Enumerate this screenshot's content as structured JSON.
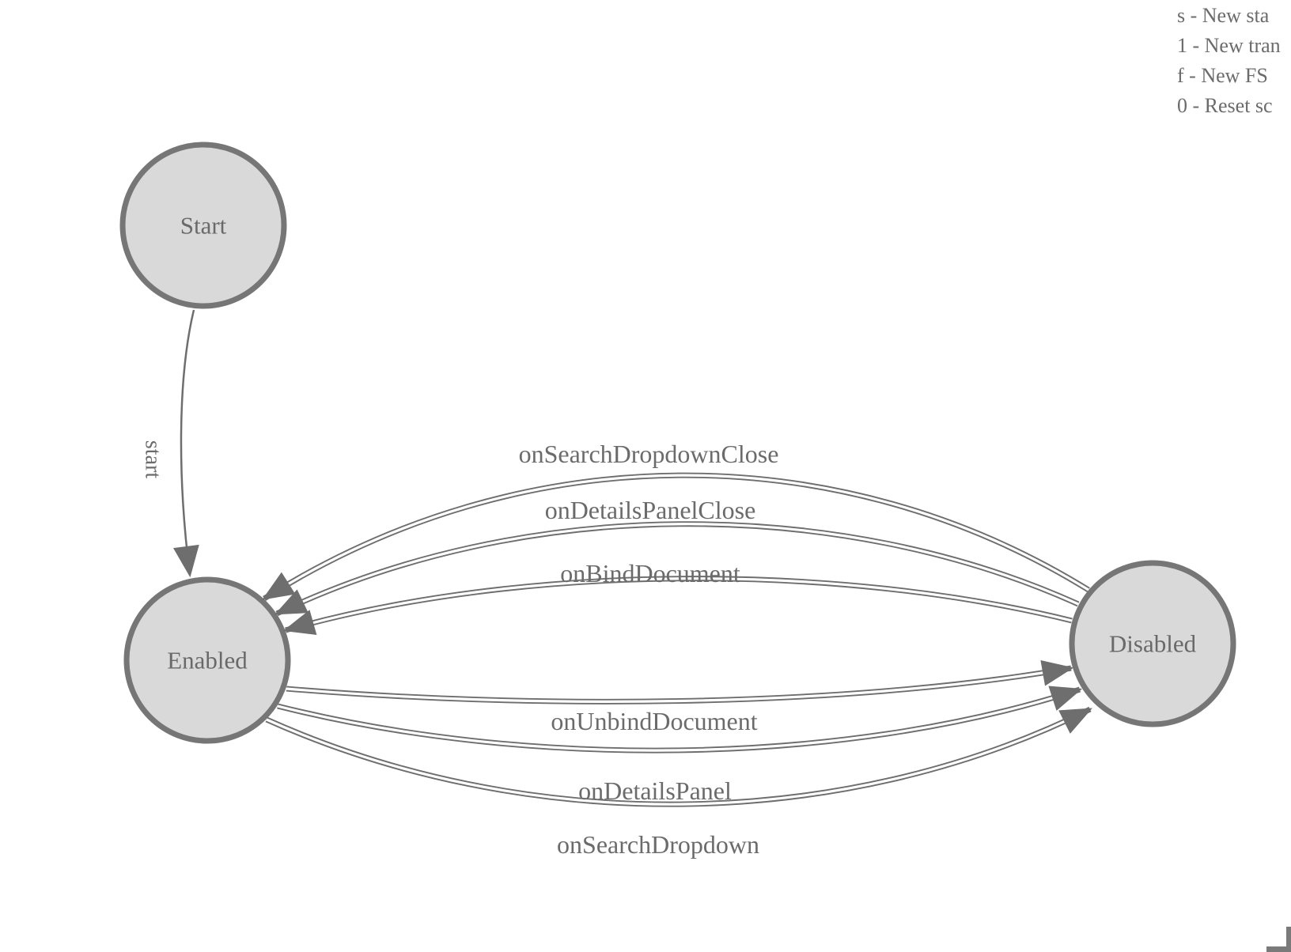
{
  "diagram": {
    "states": [
      {
        "id": "start",
        "label": "Start"
      },
      {
        "id": "enabled",
        "label": "Enabled"
      },
      {
        "id": "disabled",
        "label": "Disabled"
      }
    ],
    "transitions": [
      {
        "label": "start",
        "from": "Start",
        "to": "Enabled"
      },
      {
        "label": "onSearchDropdownClose",
        "from": "Disabled",
        "to": "Enabled"
      },
      {
        "label": "onDetailsPanelClose",
        "from": "Disabled",
        "to": "Enabled"
      },
      {
        "label": "onBindDocument",
        "from": "Disabled",
        "to": "Enabled"
      },
      {
        "label": "onUnbindDocument",
        "from": "Enabled",
        "to": "Disabled"
      },
      {
        "label": "onDetailsPanel",
        "from": "Enabled",
        "to": "Disabled"
      },
      {
        "label": "onSearchDropdown",
        "from": "Enabled",
        "to": "Disabled"
      }
    ]
  },
  "legend": {
    "items": [
      "s - New sta",
      "1 - New tran",
      "f - New FS",
      "0 - Reset sc"
    ]
  },
  "colors": {
    "node_fill": "#d9d9d9",
    "node_border": "#767676",
    "edge": "#6e6e6e",
    "text": "#6b6b6b",
    "background": "#ffffff"
  }
}
